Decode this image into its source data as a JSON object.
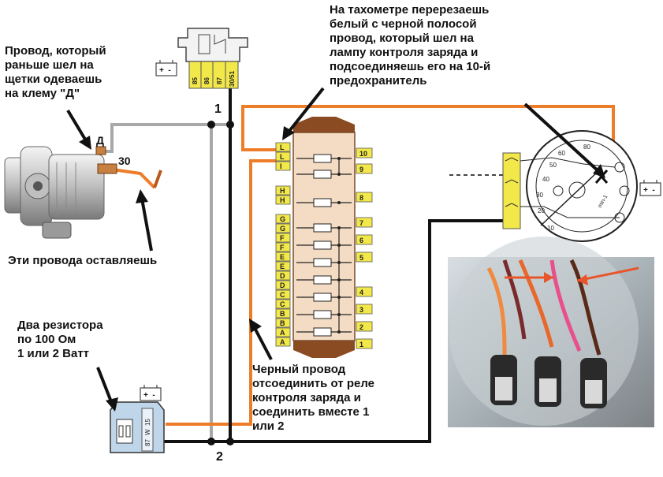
{
  "annotations": {
    "tachometer": "На тахометре перерезаешь\nбелый с черной полосой\nпровод, который шел на\nлампу контроля заряда и\nподсоединяешь его на 10-й\nпредохранитель",
    "brush_wire": "Провод, который\nраньше шел на\nщетки одеваешь\nна клему \"Д\"",
    "leave_wires": "Эти провода оставляешь",
    "resistors": "Два резистора\nпо 100 Ом\n1 или 2 Ватт",
    "black_wire": "Черный провод\nотсоединить от реле\nконтроля заряда и\nсоединить вместе 1\nили 2"
  },
  "alternator": {
    "terminal_d": "Д",
    "terminal_30": "30"
  },
  "relay": {
    "pins": [
      "85",
      "86",
      "87",
      "30/51"
    ],
    "battery_sign": "+  -"
  },
  "junctions": {
    "one": "1",
    "two": "2"
  },
  "fuse_box": {
    "left_labels": [
      "L",
      "L",
      "I",
      "H",
      "H",
      "G",
      "G",
      "F",
      "F",
      "E",
      "E",
      "D",
      "D",
      "C",
      "C",
      "B",
      "B",
      "A",
      "A"
    ],
    "right_labels": [
      "10",
      "9",
      "8",
      "7",
      "6",
      "5",
      "4",
      "3",
      "2",
      "1"
    ]
  },
  "tachometer": {
    "scale": [
      "10",
      "20",
      "30",
      "40",
      "50",
      "60",
      "80"
    ],
    "unit": "min-1",
    "battery_sign": "+  -"
  },
  "control_relay": {
    "pins": [
      "15",
      "87",
      "W"
    ],
    "battery_sign": "+  -"
  },
  "colors": {
    "orange_wire": "#ee7d2a",
    "black_wire": "#111111",
    "grey_wire": "#a8a8a8",
    "connector": "#f2e84a",
    "fuse_box": "#f4dcc4"
  }
}
